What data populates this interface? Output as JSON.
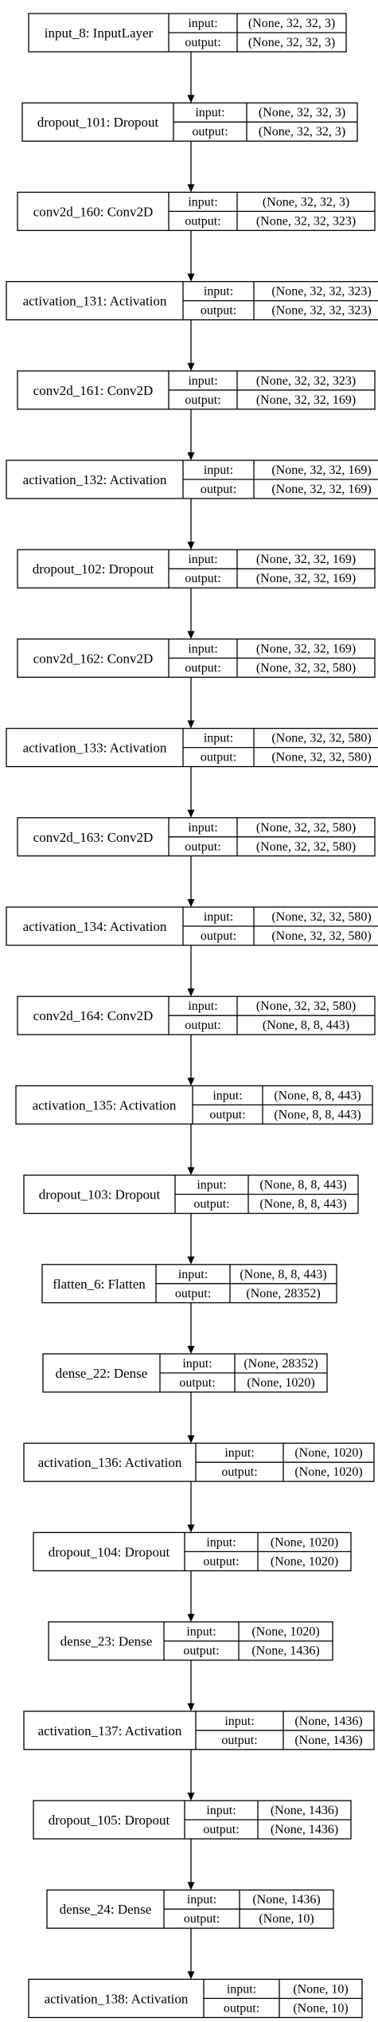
{
  "diagram": {
    "labels": {
      "input": "input:",
      "output": "output:"
    },
    "layers": [
      {
        "name": "input_8: InputLayer",
        "input": "(None, 32, 32, 3)",
        "output": "(None, 32, 32, 3)"
      },
      {
        "name": "dropout_101: Dropout",
        "input": "(None, 32, 32, 3)",
        "output": "(None, 32, 32, 3)"
      },
      {
        "name": "conv2d_160: Conv2D",
        "input": "(None, 32, 32, 3)",
        "output": "(None, 32, 32, 323)"
      },
      {
        "name": "activation_131: Activation",
        "input": "(None, 32, 32, 323)",
        "output": "(None, 32, 32, 323)"
      },
      {
        "name": "conv2d_161: Conv2D",
        "input": "(None, 32, 32, 323)",
        "output": "(None, 32, 32, 169)"
      },
      {
        "name": "activation_132: Activation",
        "input": "(None, 32, 32, 169)",
        "output": "(None, 32, 32, 169)"
      },
      {
        "name": "dropout_102: Dropout",
        "input": "(None, 32, 32, 169)",
        "output": "(None, 32, 32, 169)"
      },
      {
        "name": "conv2d_162: Conv2D",
        "input": "(None, 32, 32, 169)",
        "output": "(None, 32, 32, 580)"
      },
      {
        "name": "activation_133: Activation",
        "input": "(None, 32, 32, 580)",
        "output": "(None, 32, 32, 580)"
      },
      {
        "name": "conv2d_163: Conv2D",
        "input": "(None, 32, 32, 580)",
        "output": "(None, 32, 32, 580)"
      },
      {
        "name": "activation_134: Activation",
        "input": "(None, 32, 32, 580)",
        "output": "(None, 32, 32, 580)"
      },
      {
        "name": "conv2d_164: Conv2D",
        "input": "(None, 32, 32, 580)",
        "output": "(None, 8, 8, 443)"
      },
      {
        "name": "activation_135: Activation",
        "input": "(None, 8, 8, 443)",
        "output": "(None, 8, 8, 443)"
      },
      {
        "name": "dropout_103: Dropout",
        "input": "(None, 8, 8, 443)",
        "output": "(None, 8, 8, 443)"
      },
      {
        "name": "flatten_6: Flatten",
        "input": "(None, 8, 8, 443)",
        "output": "(None, 28352)"
      },
      {
        "name": "dense_22: Dense",
        "input": "(None, 28352)",
        "output": "(None, 1020)"
      },
      {
        "name": "activation_136: Activation",
        "input": "(None, 1020)",
        "output": "(None, 1020)"
      },
      {
        "name": "dropout_104: Dropout",
        "input": "(None, 1020)",
        "output": "(None, 1020)"
      },
      {
        "name": "dense_23: Dense",
        "input": "(None, 1020)",
        "output": "(None, 1436)"
      },
      {
        "name": "activation_137: Activation",
        "input": "(None, 1436)",
        "output": "(None, 1436)"
      },
      {
        "name": "dropout_105: Dropout",
        "input": "(None, 1436)",
        "output": "(None, 1436)"
      },
      {
        "name": "dense_24: Dense",
        "input": "(None, 1436)",
        "output": "(None, 10)"
      },
      {
        "name": "activation_138: Activation",
        "input": "(None, 10)",
        "output": "(None, 10)"
      }
    ]
  }
}
